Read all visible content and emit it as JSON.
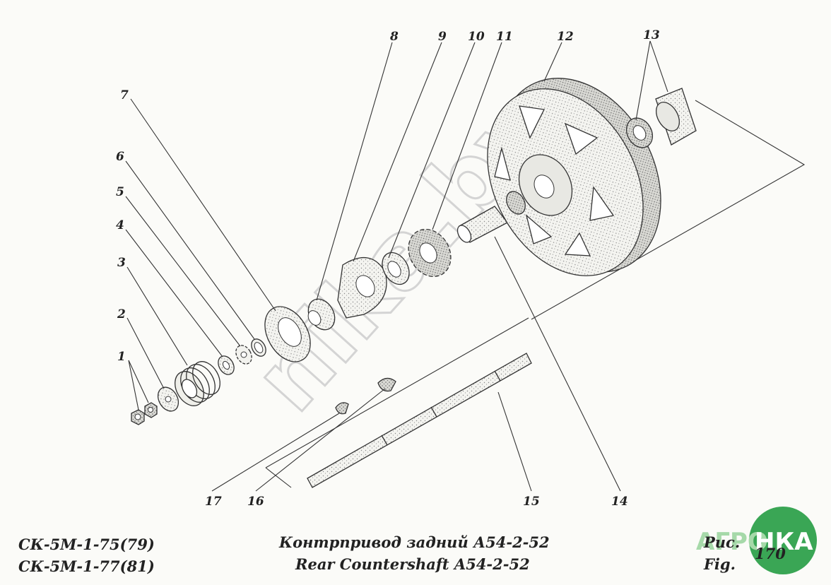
{
  "diagram": {
    "callouts": [
      "1",
      "2",
      "3",
      "4",
      "5",
      "6",
      "7",
      "8",
      "9",
      "10",
      "11",
      "12",
      "13",
      "14",
      "15",
      "16",
      "17"
    ],
    "watermark": "nika.by"
  },
  "footer": {
    "models": [
      "СК-5М-1-75(79)",
      "СК-5М-1-77(81)"
    ],
    "title_ru": "Контрпривод задний А54-2-52",
    "title_en": "Rear Countershaft A54-2-52",
    "fig_label_ru": "Рис.",
    "fig_label_en": "Fig.",
    "fig_number": "170"
  },
  "logo": {
    "text_left": "АГРО",
    "text_right": "НКА",
    "colors": {
      "green": "#3aa655",
      "light_green": "#a6d9a9"
    }
  }
}
